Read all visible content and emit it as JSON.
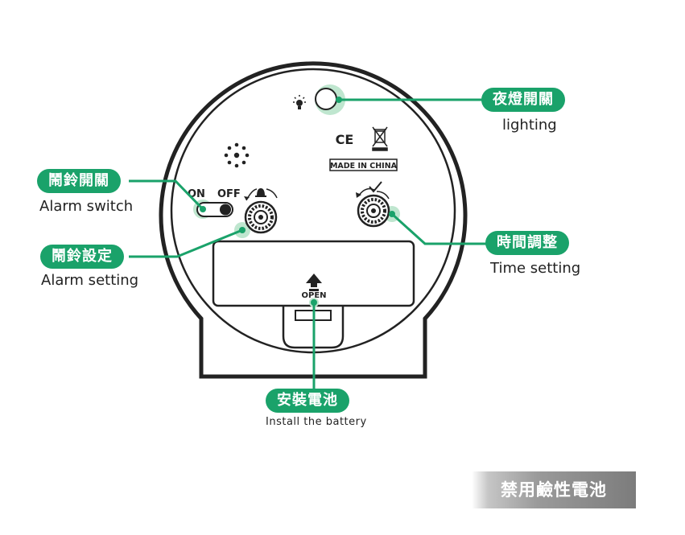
{
  "callouts": {
    "night_light": {
      "label": "夜燈開關",
      "caption": "lighting"
    },
    "alarm_switch": {
      "label": "鬧鈴開關",
      "caption": "Alarm switch"
    },
    "alarm_setting": {
      "label": "鬧鈴設定",
      "caption": "Alarm setting"
    },
    "time_setting": {
      "label": "時間調整",
      "caption": "Time setting"
    },
    "battery": {
      "label": "安裝電池",
      "caption": "Install the battery"
    }
  },
  "device": {
    "switch_on": "ON",
    "switch_off": "OFF",
    "made_in": "MADE IN CHINA",
    "ce_mark": "CE",
    "battery_open": "OPEN"
  },
  "warning": "禁用鹼性電池",
  "colors": {
    "accent": "#1aa26a",
    "highlight": "#bfe6cf",
    "outline": "#222222"
  }
}
